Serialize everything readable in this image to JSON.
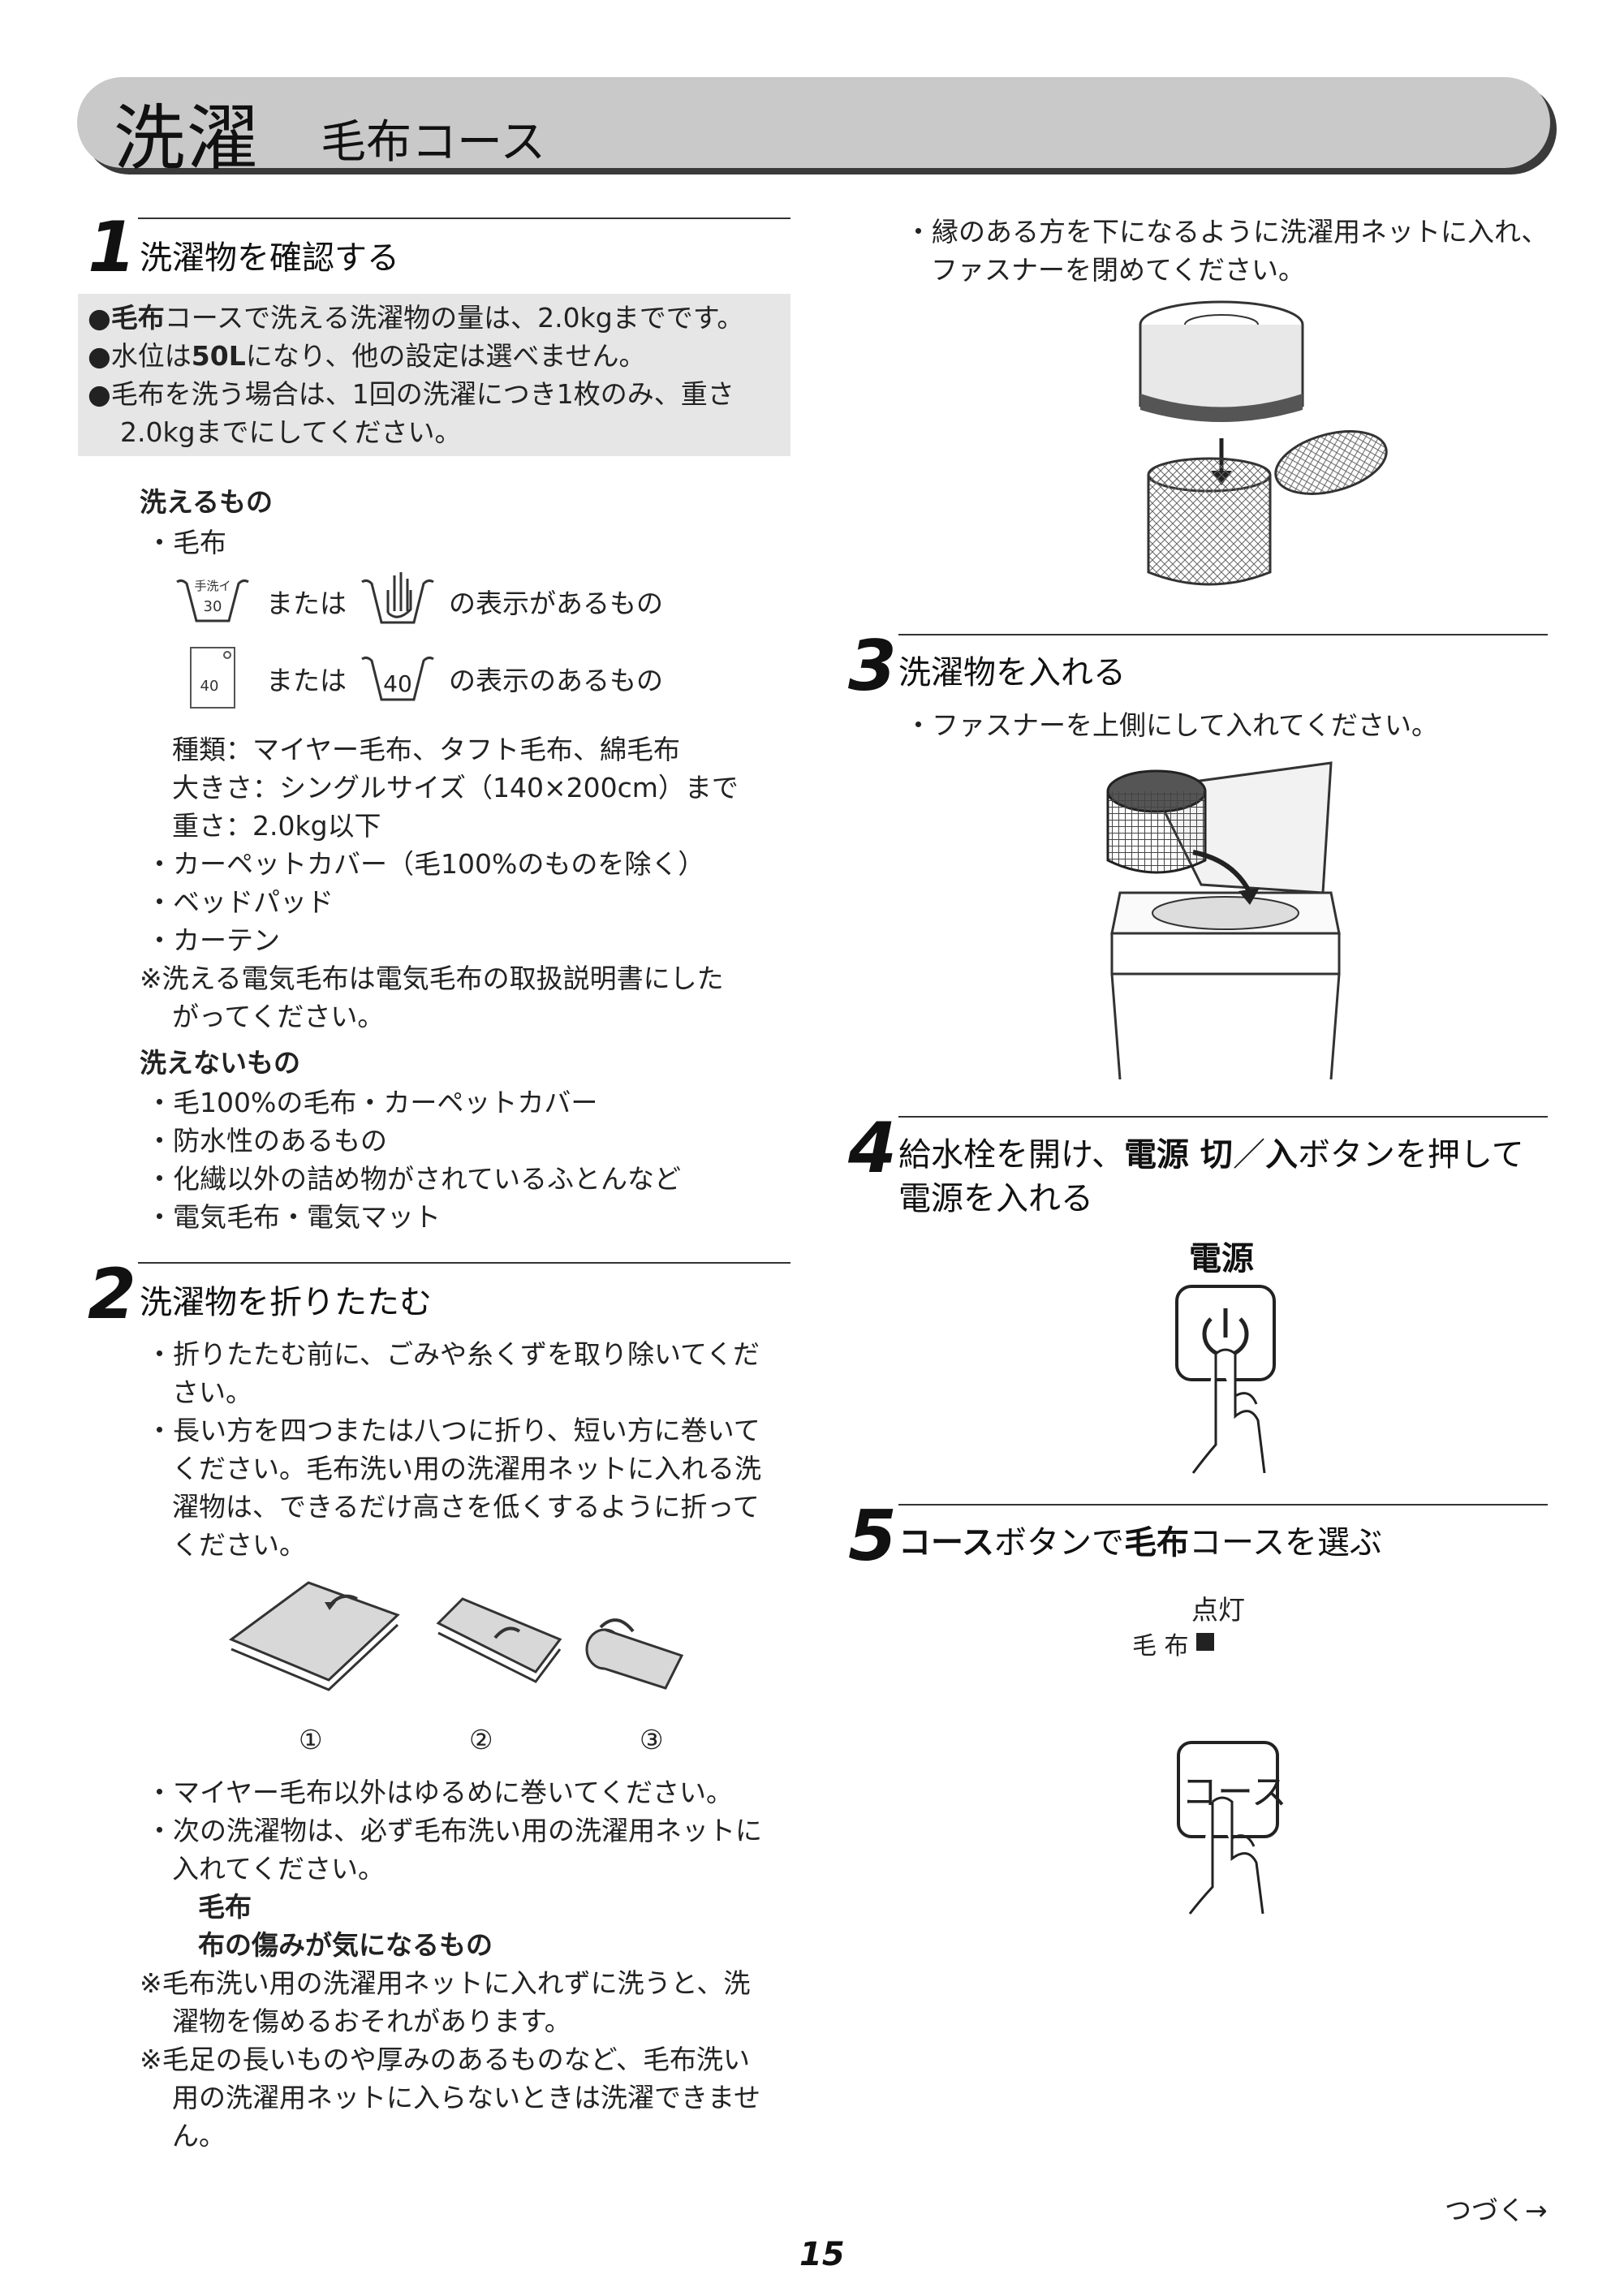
{
  "header": {
    "main": "洗濯",
    "sub": "毛布コース"
  },
  "step1": {
    "num": "1",
    "title": "洗濯物を確認する",
    "notes": [
      {
        "bold": "●毛布",
        "text": "コースで洗える洗濯物の量は、2.0kgまでです。"
      },
      {
        "bold": "",
        "text": "●水位は",
        "bold2": "50L",
        "text2": "になり、他の設定は選べません。"
      },
      {
        "bold": "",
        "text": "●毛布を洗う場合は、1回の洗濯につき1枚のみ、重さ"
      },
      {
        "bold": "",
        "text": "2.0kgまでにしてください。"
      }
    ],
    "washable_heading": "洗えるもの",
    "washable_item": "・毛布",
    "symbol_row1": {
      "or": "または",
      "suffix": "の表示があるもの",
      "sym1_text": "手洗イ",
      "sym1_num": "30"
    },
    "symbol_row2": {
      "or": "または",
      "suffix": "の表示のあるもの",
      "sym1_num": "40",
      "sym2_num": "40"
    },
    "specs": [
      "種類：マイヤー毛布、タフト毛布、綿毛布",
      "大きさ：シングルサイズ（140×200cm）まで",
      "重さ：2.0kg以下"
    ],
    "items": [
      "・カーペットカバー（毛100%のものを除く）",
      "・ベッドパッド",
      "・カーテン"
    ],
    "note_line1": "※洗える電気毛布は電気毛布の取扱説明書にした",
    "note_line2": "がってください。",
    "unwashable_heading": "洗えないもの",
    "unwashable": [
      "・毛100%の毛布・カーペットカバー",
      "・防水性のあるもの",
      "・化繊以外の詰め物がされているふとんなど",
      "・電気毛布・電気マット"
    ]
  },
  "step2": {
    "num": "2",
    "title": "洗濯物を折りたたむ",
    "lines": [
      "・折りたたむ前に、ごみや糸くずを取り除いてくだ",
      "さい。",
      "・長い方を四つまたは八つに折り、短い方に巻いて",
      "ください。毛布洗い用の洗濯用ネットに入れる洗",
      "濯物は、できるだけ高さを低くするように折って",
      "ください。"
    ],
    "fig_labels": [
      "①",
      "②",
      "③"
    ],
    "after": [
      "・マイヤー毛布以外はゆるめに巻いてください。",
      "・次の洗濯物は、必ず毛布洗い用の洗濯用ネットに",
      "入れてください。"
    ],
    "net_items": [
      "毛布",
      "布の傷みが気になるもの"
    ],
    "notes": [
      "※毛布洗い用の洗濯用ネットに入れずに洗うと、洗",
      "濯物を傷めるおそれがあります。",
      "※毛足の長いものや厚みのあるものなど、毛布洗い",
      "用の洗濯用ネットに入らないときは洗濯できませ",
      "ん。"
    ]
  },
  "right_top": [
    "・縁のある方を下になるように洗濯用ネットに入れ、",
    "ファスナーを閉めてください。"
  ],
  "step3": {
    "num": "3",
    "title": "洗濯物を入れる",
    "text": "・ファスナーを上側にして入れてください。"
  },
  "step4": {
    "num": "4",
    "title_a": "給水栓を開け、",
    "title_b": "電源 切",
    "title_c": "／",
    "title_d": "入",
    "title_e": "ボタンを押して",
    "title_line2": "電源を入れる",
    "power_label": "電源"
  },
  "step5": {
    "num": "5",
    "title_a": "コース",
    "title_b": "ボタンで",
    "title_c": "毛布",
    "title_d": "コースを選ぶ",
    "lit_label": "点灯",
    "blanket_label": "毛 布",
    "course_button": "コース"
  },
  "footer": {
    "continue": "つづく→",
    "page": "15"
  }
}
